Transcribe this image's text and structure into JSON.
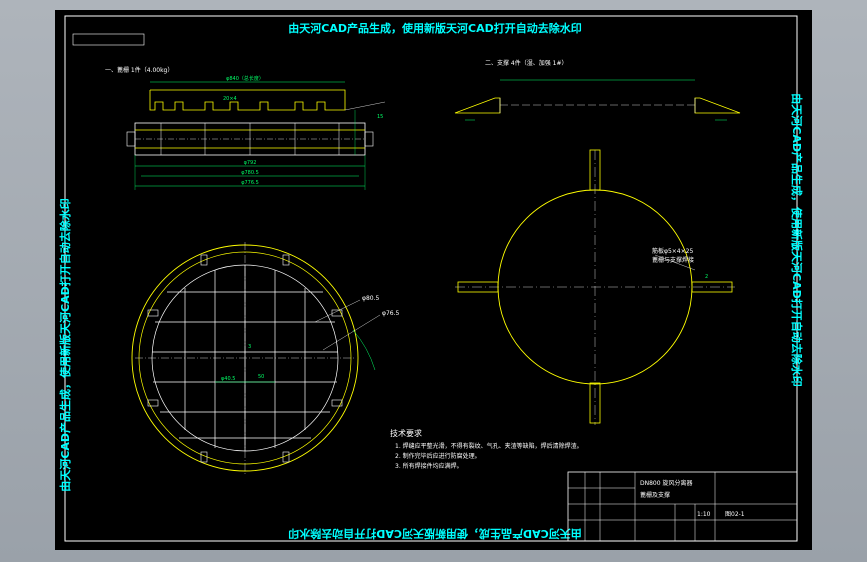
{
  "watermarks": {
    "top": "由天河CAD产品生成，使用新版天河CAD打开自动去除水印",
    "bottom": "由天河CAD产品生成，使用新版天河CAD打开自动去除水印",
    "left": "由天河CAD产品生成，使用新版天河CAD打开自动去除水印",
    "right": "由天河CAD产品生成，使用新版天河CAD打开自动去除水印"
  },
  "views": {
    "view1_title": "一、蓖栅 1件（4.00kg）",
    "view2_title": "二、支撑 4件（湿、加强  1#）",
    "dim_top": "φ840（总长度）",
    "dim_mid": "φ792",
    "dim_bottom1": "φ780.5",
    "dim_bottom2": "φ776.5",
    "dim_slot": "20×4",
    "dim_step": "15",
    "callout_left": "φ80.5",
    "callout_right": "φ76.5",
    "callout_grid": "φ40.5",
    "dim_centre": "3",
    "dim_grid_h": "50",
    "support_callout": "筋板φ5×4×25",
    "support_dim": "2",
    "circle_callout": "蓖栅与支撑焊接"
  },
  "notes": {
    "title": "技术要求",
    "lines": [
      "1. 焊缝应平整光滑，不得有裂纹、气孔、夹渣等缺陷，焊后清除焊渣。",
      "2. 制作完毕后应进行防腐处理。",
      "3. 所有焊接件均应满焊。"
    ]
  },
  "title_block": {
    "name": "DN800 旋风分离器",
    "part": "蓖栅及支撑",
    "drawing_no": "图02-1",
    "scale": "1:10"
  },
  "colors": {
    "frame": "#ffffff",
    "watermark": "#00ffff",
    "part_lines": "#ffff00",
    "dimensions": "#00ff66",
    "background": "#000000"
  }
}
